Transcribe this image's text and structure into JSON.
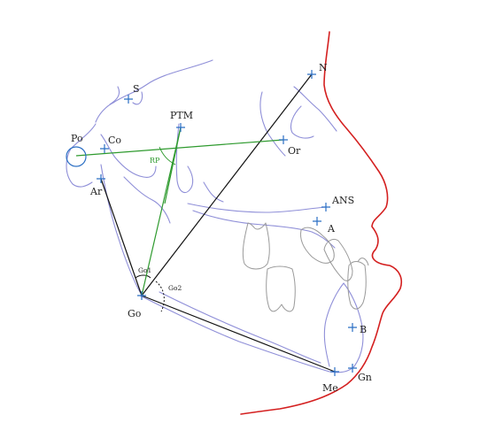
{
  "colors": {
    "bone_tracing": "#8f8fd8",
    "soft_tissue": "#d42020",
    "teeth": "#9a9a9a",
    "reference_lines": "#111111",
    "green_lines": "#2e9a2e",
    "landmark_marker": "#2b6fc4",
    "label_text": "#222222"
  },
  "landmarks": {
    "S": "S",
    "N": "N",
    "PTM": "PTM",
    "Po": "Po",
    "Co": "Co",
    "Or": "Or",
    "Ar": "Ar",
    "ANS": "ANS",
    "A": "A",
    "Go": "Go",
    "B": "B",
    "Me": "Me",
    "Gn": "Gn"
  },
  "angles": {
    "Go1": "Go1",
    "Go2": "Go2",
    "RP": "RP"
  }
}
